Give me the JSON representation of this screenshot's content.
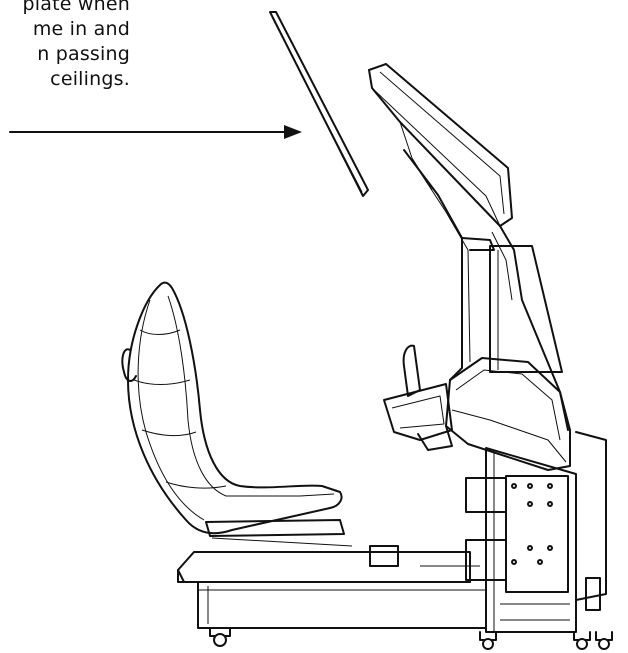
{
  "note": {
    "lines": [
      "plate when",
      "me in and",
      "n passing",
      "ceilings."
    ]
  }
}
